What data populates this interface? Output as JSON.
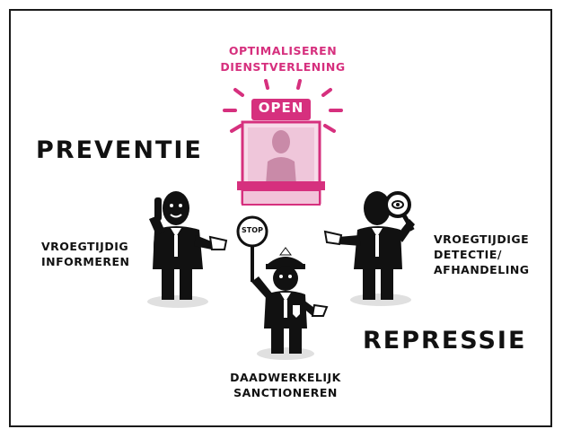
{
  "top": {
    "line1": "OPTIMALISEREN",
    "line2": "DIENSTVERLENING",
    "sign": "OPEN",
    "color": "#d6307e"
  },
  "headings": {
    "preventie": "PREVENTIE",
    "repressie": "REPRESSIE"
  },
  "left": {
    "line1": "VROEGTIJDIG",
    "line2": "INFORMEREN"
  },
  "right": {
    "line1": "VROEGTIJDIGE",
    "line2": "DETECTIE/",
    "line3": "AFHANDELING"
  },
  "bottom": {
    "line1": "DAADWERKELIJK",
    "line2": "SANCTIONEREN",
    "sign": "STOP"
  }
}
